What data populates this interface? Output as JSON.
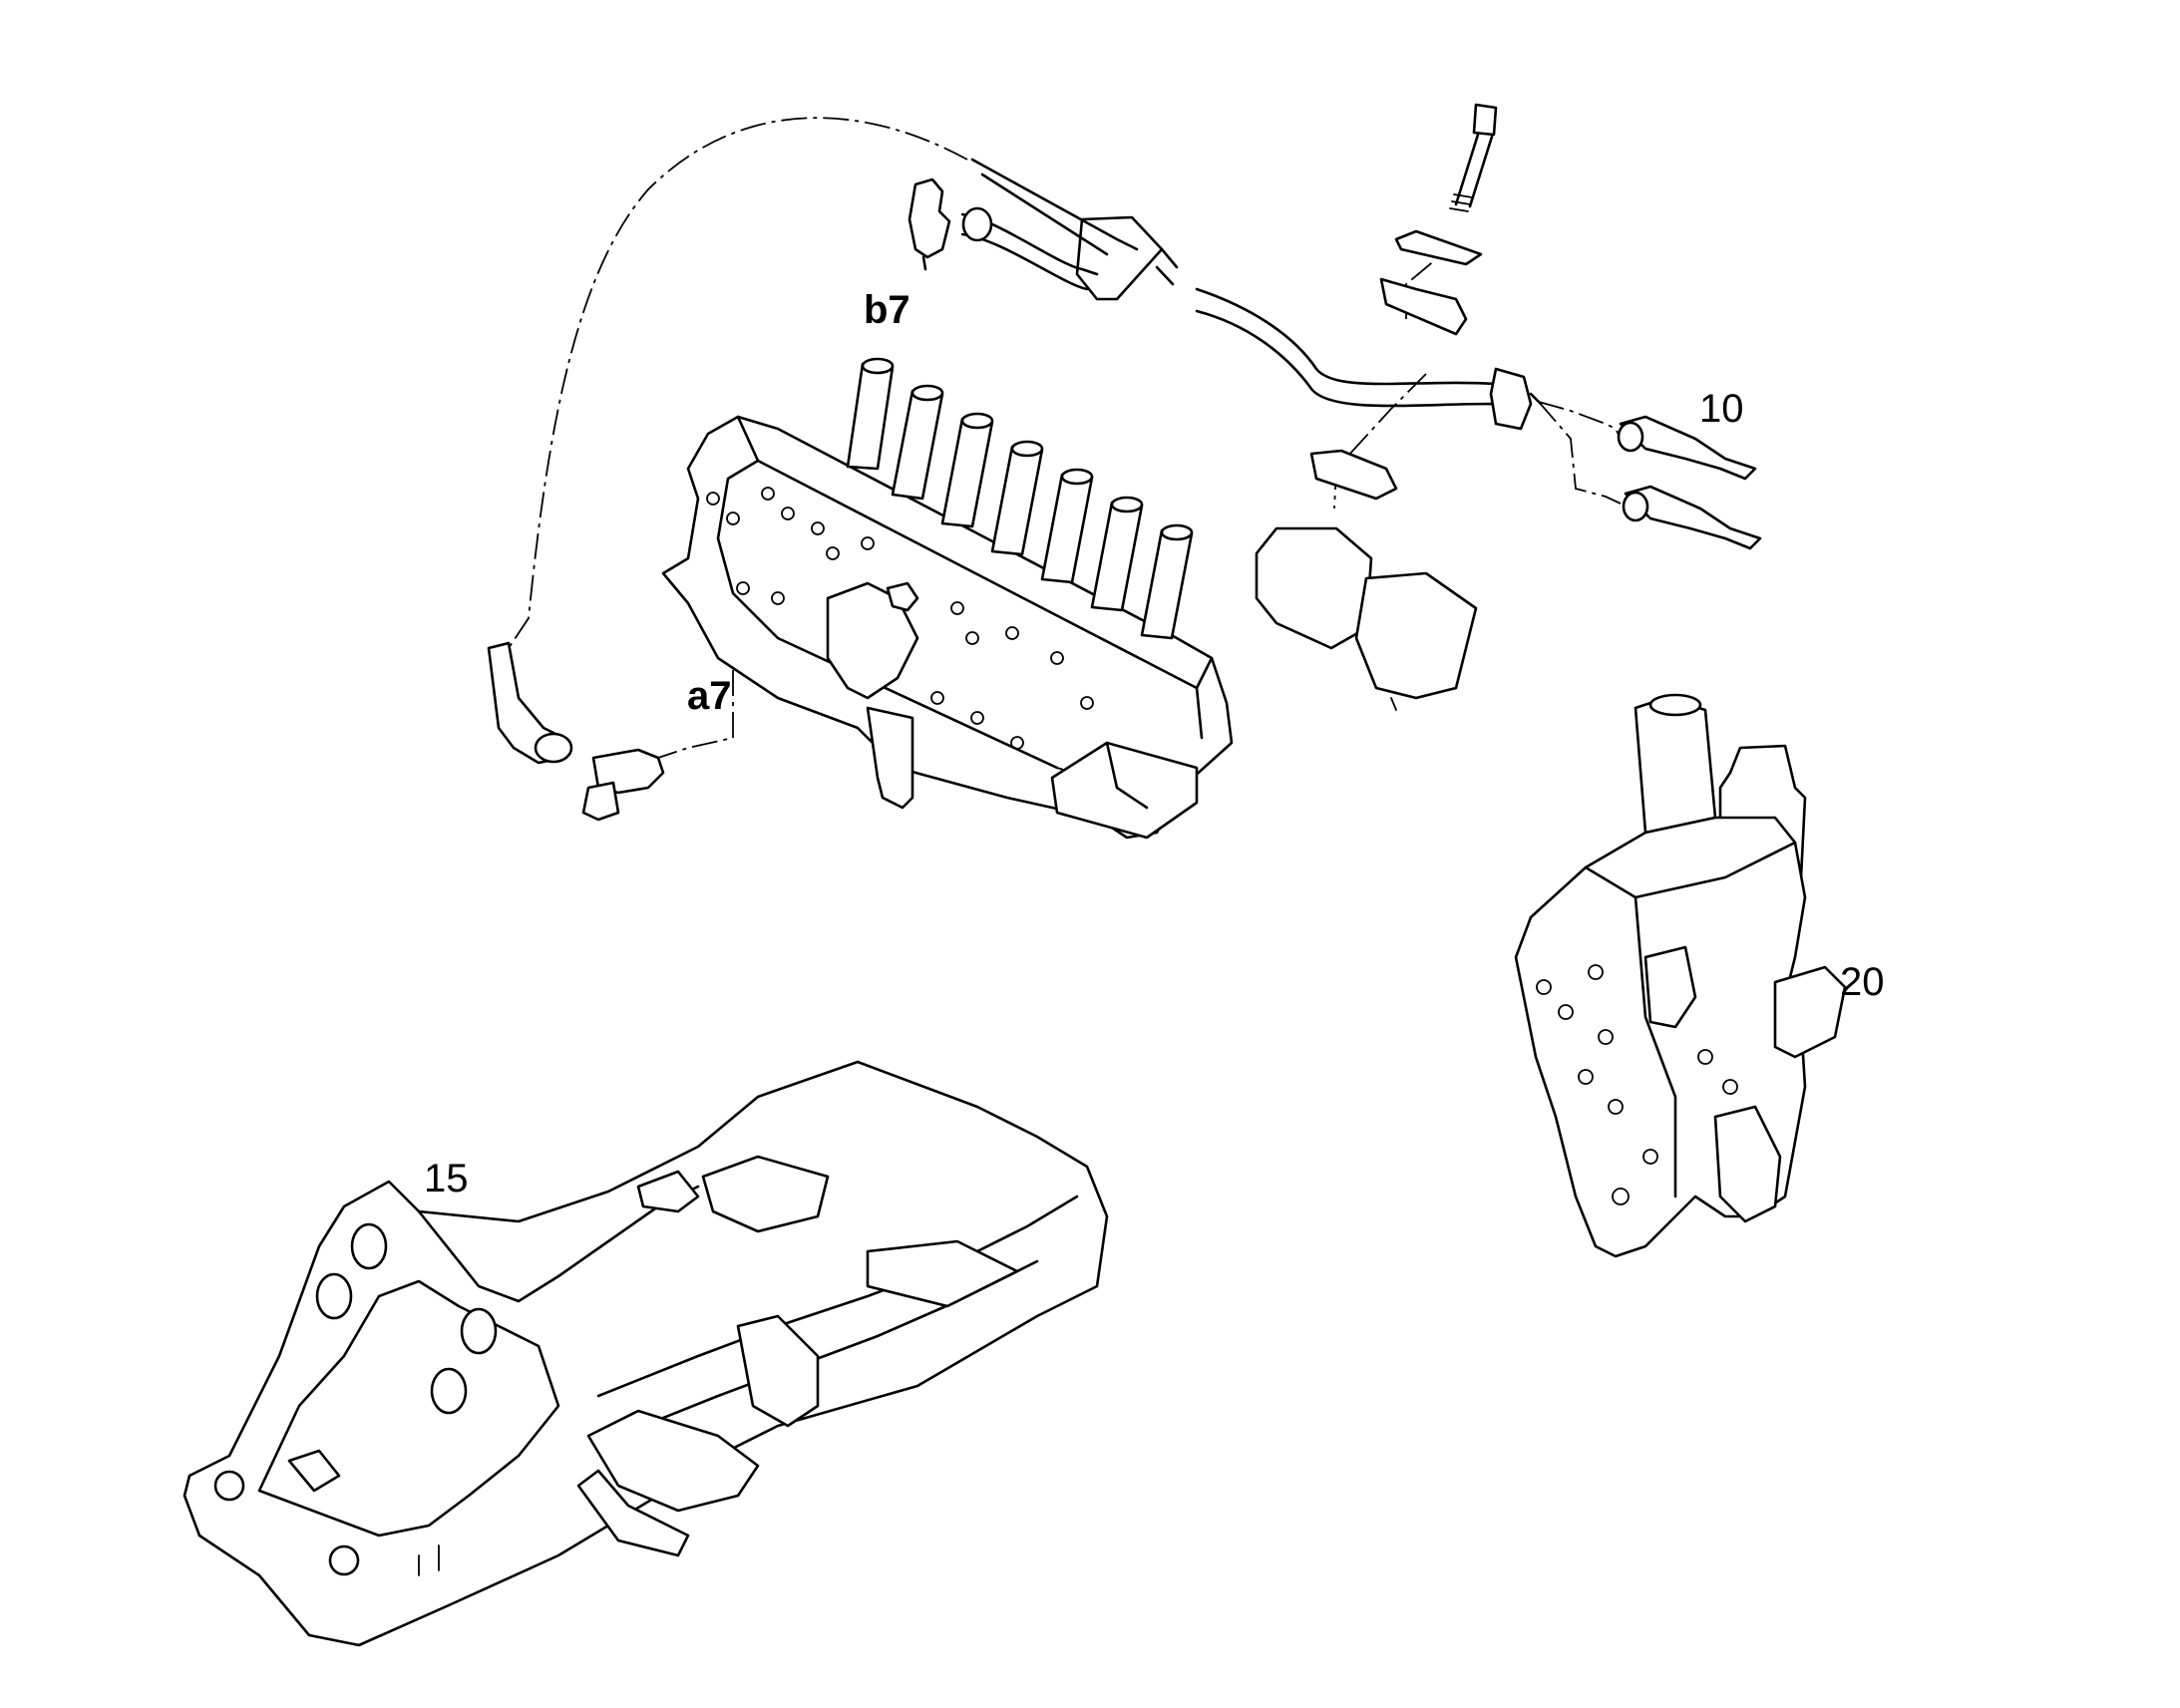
{
  "labels": {
    "b7": "b7",
    "a7": "a7",
    "ten": "10",
    "fifteen": "15",
    "twenty": "20"
  }
}
